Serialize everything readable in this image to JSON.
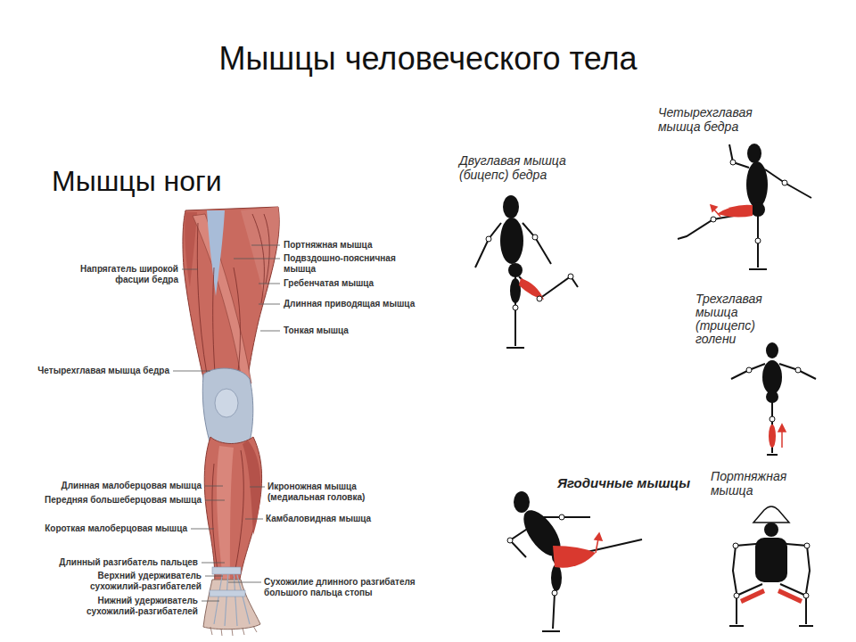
{
  "diagram": {
    "title": "Мышцы человеческого тела",
    "labels": [
      "Мышцы ноги",
      "Портняжная мышца",
      "Подвздошно-поясничная мышца",
      "Гребенчатая мышца",
      "Длинная приводящая мышца",
      "Тонкая мышца",
      "Напрягатель широкой фасции бедра",
      "Четырехглавая мышца бедра",
      "Длинная малоберцовая мышца",
      "Передняя большеберцовая мышца",
      "Короткая малоберцовая мышца",
      "Длинный разгибатель пальцев",
      "Верхний удерживатель сухожилий-разгибателей",
      "Нижний удерживатель сухожилий-разгибателей",
      "Икроножная мышца (медиальная головка)",
      "Камбаловидная мышца",
      "Сухожилие длинного разгибателя большого пальца стопы",
      "Двуглавая мышца (бицепс) бедра",
      "Четырехглавая мышца бедра",
      "Трехглавая мышца (трицепс) голени",
      "Ягодичные мышцы",
      "Портняжная мышца"
    ]
  }
}
